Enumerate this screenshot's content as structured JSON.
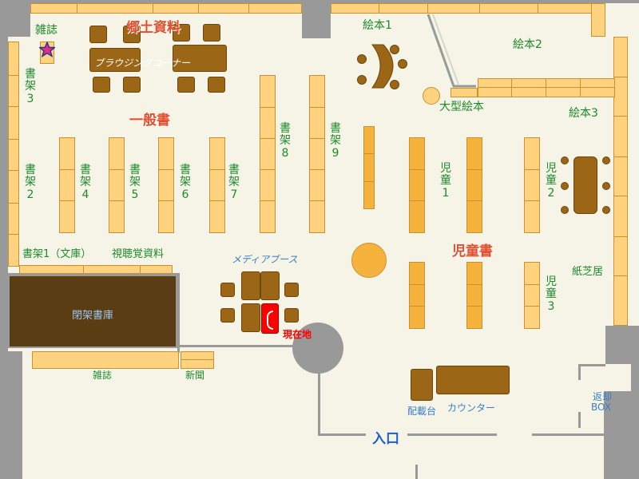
{
  "colors": {
    "background": "#f5f4e6",
    "wall": "#999999",
    "shelf": "#ffd280",
    "childShelf": "#f5b23c",
    "furniture": "#9b6616",
    "stacks": "#5a3d13",
    "zoneLabel": "#e0502e",
    "shelfLabel": "#1d8a2a",
    "here": "#ff0000",
    "star": "#e0307a"
  },
  "zones": {
    "local_history": "郷土資料",
    "general_books": "一般書",
    "children_books": "児童書"
  },
  "labels": {
    "magazine_top": "雑誌",
    "browsing_corner": "ブラウジングコーナー",
    "picture_book_1": "絵本1",
    "picture_book_2": "絵本2",
    "picture_book_3": "絵本3",
    "large_picture_book": "大型絵本",
    "shelf_3": "書架3",
    "shelf_2": "書架2",
    "shelf_4": "書架4",
    "shelf_5": "書架5",
    "shelf_6": "書架6",
    "shelf_7": "書架7",
    "shelf_8": "書架8",
    "shelf_9": "書架9",
    "children_1": "児童1",
    "children_2": "児童2",
    "children_3": "児童3",
    "shelf_1_bunko": "書架1（文庫）",
    "audio_visual": "視聴覚資料",
    "media_booth": "メディアブース",
    "kamishibai": "紙芝居",
    "closed_stacks": "閉架書庫",
    "current_location": "現在地",
    "magazine_bottom": "雑誌",
    "newspaper": "新聞",
    "display_stand": "配載台",
    "counter": "カウンター",
    "entrance": "入口",
    "return_box_1": "返却",
    "return_box_2": "BOX"
  },
  "icons": {
    "current_marker": "star-icon"
  }
}
